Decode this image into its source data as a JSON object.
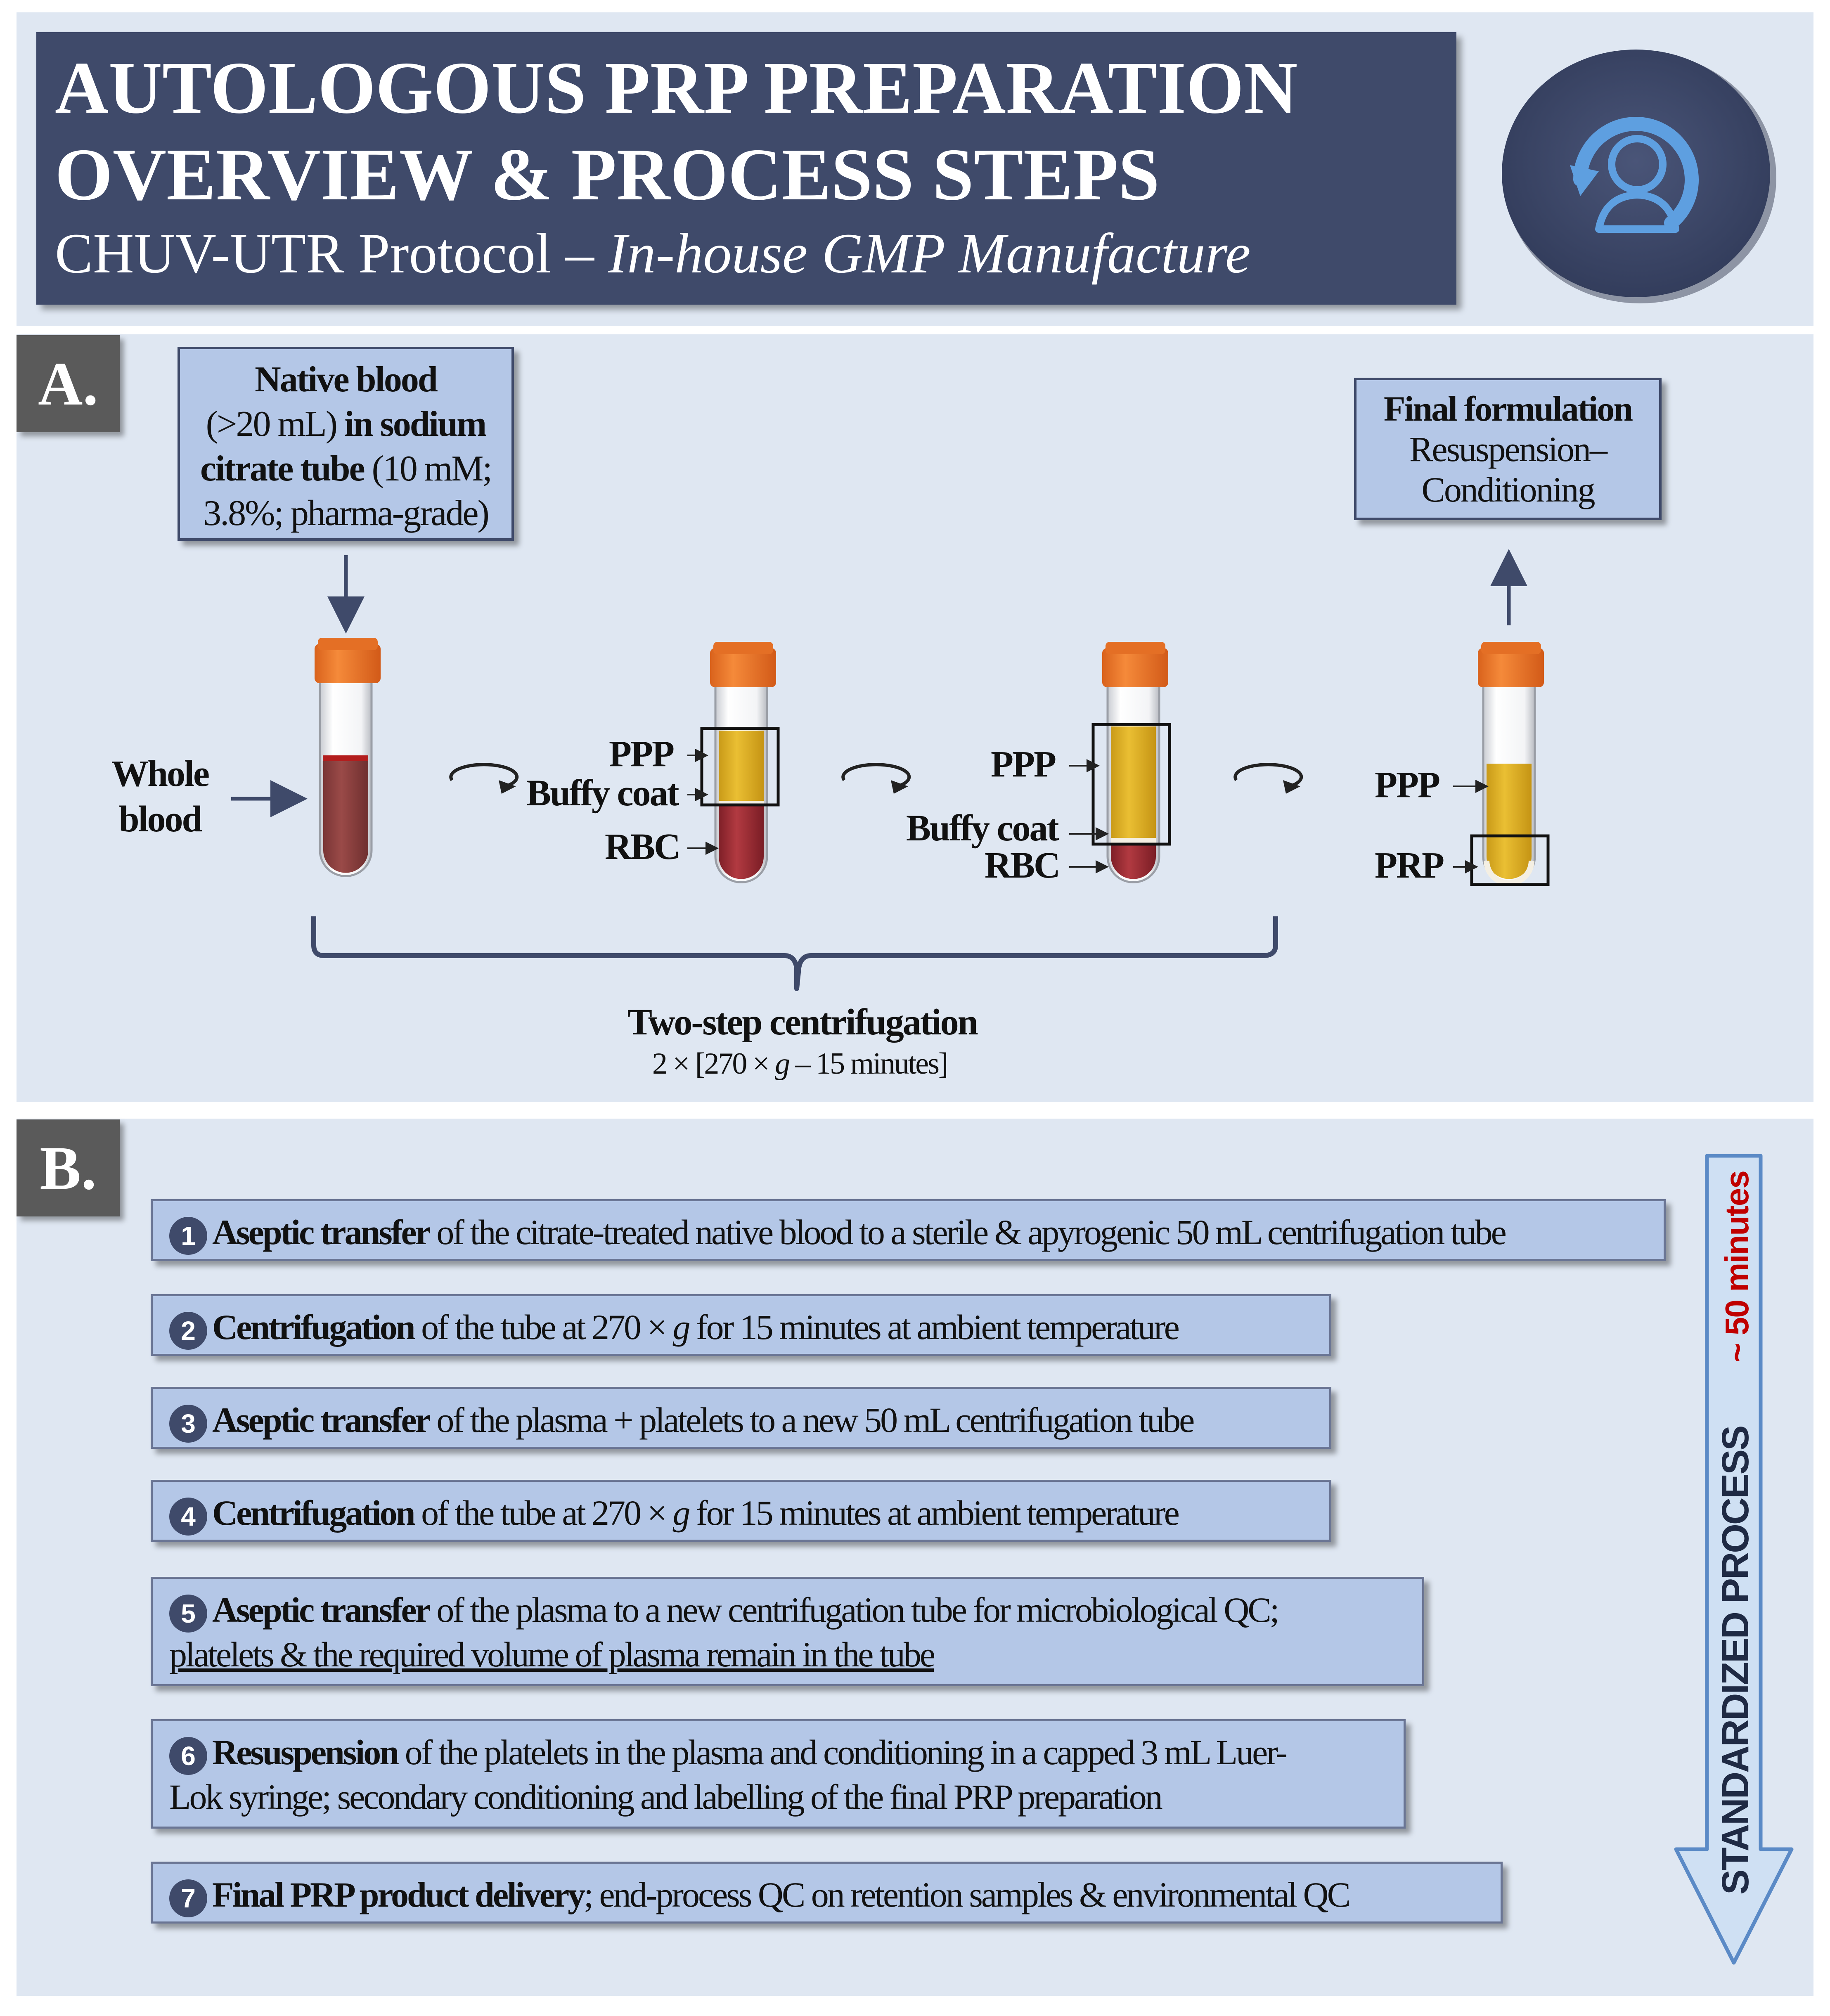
{
  "header": {
    "title_line1": "AUTOLOGOUS PRP PREPARATION",
    "title_line2": "OVERVIEW & PROCESS STEPS",
    "subtitle_plain": "CHUV-UTR Protocol – ",
    "subtitle_italic": "In-house GMP Manufacture"
  },
  "panel_a": {
    "label": "A.",
    "native_blood": {
      "line1_bold": "Native blood",
      "line2_plain": "(>20 mL) ",
      "line2_bold": "in sodium",
      "line3_bold": "citrate tube",
      "line3_plain": " (10 mM;",
      "line4_plain": "3.8%; pharma-grade)"
    },
    "final_formulation": {
      "title": "Final formulation",
      "line2": "Resuspension–",
      "line3": "Conditioning"
    },
    "whole_blood_line1": "Whole",
    "whole_blood_line2": "blood",
    "tube2_labels": {
      "ppp": "PPP",
      "buffy": "Buffy coat",
      "rbc": "RBC"
    },
    "tube3_labels": {
      "ppp": "PPP",
      "buffy": "Buffy coat",
      "rbc": "RBC"
    },
    "tube4_labels": {
      "ppp": "PPP",
      "prp": "PRP"
    },
    "centrifugation_title": "Two-step centrifugation",
    "centrifugation_pre": "2 × [270 × ",
    "centrifugation_g": "g",
    "centrifugation_post": " – 15 minutes]"
  },
  "panel_b": {
    "label": "B.",
    "steps": [
      {
        "num": "1",
        "bold": "Aseptic transfer",
        "text": " of the citrate-treated native blood to a sterile & apyrogenic 50 mL centrifugation tube"
      },
      {
        "num": "2",
        "bold": "Centrifugation",
        "pre": " of the tube at 270 × ",
        "g": "g",
        "post": " for 15 minutes at ambient temperature"
      },
      {
        "num": "3",
        "bold": "Aseptic transfer",
        "text": " of the plasma + platelets to a new 50 mL centrifugation tube"
      },
      {
        "num": "4",
        "bold": "Centrifugation",
        "pre": " of the tube at 270 × ",
        "g": "g",
        "post": " for 15 minutes at ambient temperature"
      },
      {
        "num": "5",
        "bold": "Aseptic transfer",
        "text": " of the plasma to a new centrifugation tube for microbiological QC;",
        "line2_underlined": "platelets & the required volume of plasma remain in the tube"
      },
      {
        "num": "6",
        "bold": "Resuspension",
        "text": " of the platelets in the plasma and conditioning in a capped 3 mL Luer-",
        "line2": "Lok syringe; secondary conditioning and labelling of the final PRP preparation"
      },
      {
        "num": "7",
        "bold": "Final PRP product delivery",
        "text": "; end-process QC on retention samples & environmental QC"
      }
    ],
    "std_label": "STANDARDIZED PROCESS",
    "std_time": "~ 50 minutes"
  },
  "colors": {
    "navy": "#3f4a6a",
    "panel_bg": "#dfe7f2",
    "box_fill": "#b4c7e7",
    "cap": "#f07a2c",
    "rbc": "#a8323a",
    "plasma": "#e3b92e",
    "time_red": "#c00000",
    "arrow_fill": "#cfe0f3",
    "arrow_stroke": "#5b8ac6"
  }
}
